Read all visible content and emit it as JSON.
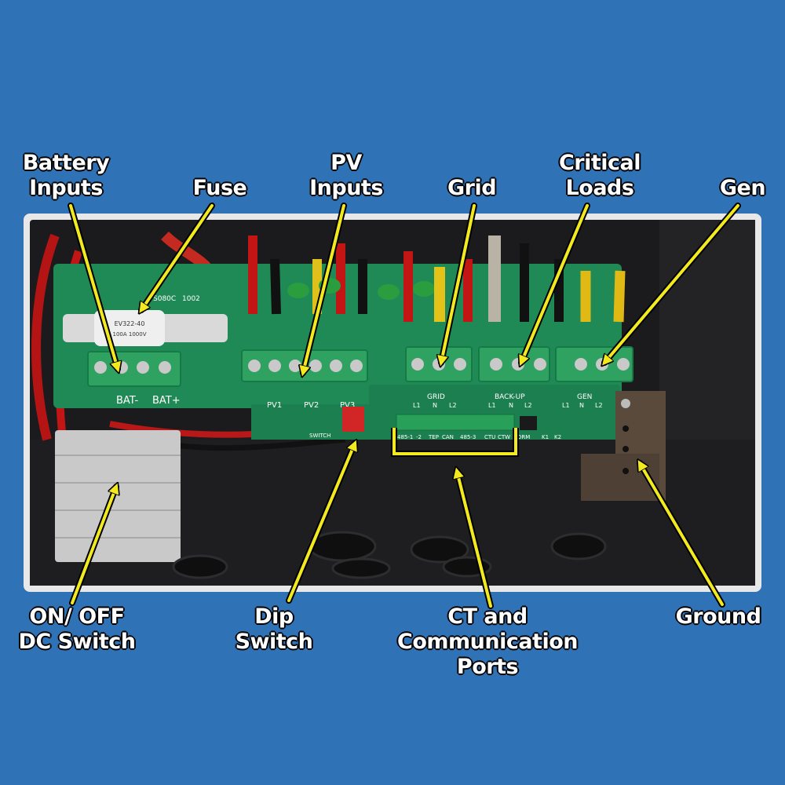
{
  "board_text": {
    "bat_minus": "BAT-",
    "bat_plus": "BAT+",
    "pv1": "PV1",
    "pv2": "PV2",
    "pv3": "PV3",
    "grid": "GRID",
    "backup": "BACK-UP",
    "gen": "GEN",
    "l1": "L1",
    "n": "N",
    "l2": "L2",
    "switch": "SWITCH",
    "fuse_part": "EV322-40",
    "fuse_rating": "100A 1000V",
    "board_code": "S080C",
    "board_code_2": "1002",
    "port_485_1": "485-1",
    "port_2": "-2",
    "port_tep": "TEP",
    "port_can": "CAN",
    "port_485_3": "485-3",
    "port_ctu": "CTU",
    "port_ctw": "CTW",
    "port_k1": "K1",
    "port_k2": "K2",
    "port_drm": "DRM"
  },
  "labels": {
    "battery": [
      "Battery",
      "Inputs"
    ],
    "fuse": [
      "Fuse"
    ],
    "pv": [
      "PV",
      "Inputs"
    ],
    "grid": [
      "Grid"
    ],
    "critical": [
      "Critical",
      "Loads"
    ],
    "gen": [
      "Gen"
    ],
    "onoff": [
      "ON/ OFF",
      "DC Switch"
    ],
    "dip": [
      "Dip",
      "Switch"
    ],
    "ct": [
      "CT and",
      "Communication",
      "Ports"
    ],
    "ground": [
      "Ground"
    ]
  },
  "colors": {
    "background": "#2f72b5",
    "arrow": "#f2ea1f",
    "pcb": "#1f8a56",
    "terminal": "#2fa262",
    "enclosure": "#1b1b1d"
  }
}
